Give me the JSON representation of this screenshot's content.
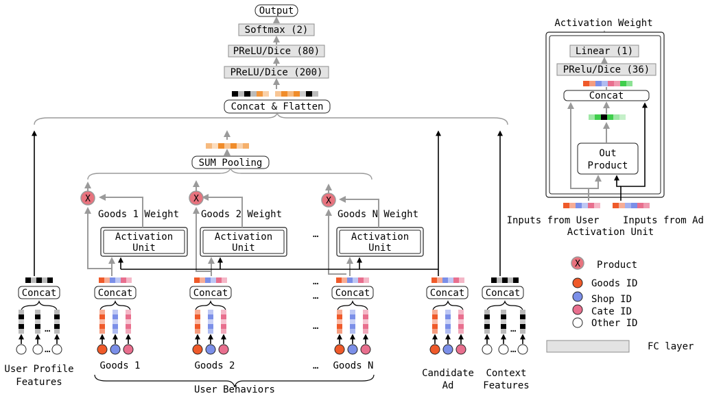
{
  "top": {
    "output": "Output",
    "softmax": "Softmax (2)",
    "prelu80": "PReLU/Dice (80)",
    "prelu200": "PReLU/Dice (200)",
    "concat_flatten": "Concat & Flatten",
    "sum_pooling": "SUM Pooling"
  },
  "middle": {
    "goods1_weight": "Goods 1 Weight",
    "goods2_weight": "Goods 2 Weight",
    "goodsN_weight": "Goods N Weight",
    "activation_unit_line1": "Activation",
    "activation_unit_line2": "Unit",
    "product_symbol": "X",
    "ellipsis": "…"
  },
  "bottom": {
    "concat": "Concat",
    "user_profile_line1": "User Profile",
    "user_profile_line2": "Features",
    "goods1": "Goods 1",
    "goods2": "Goods 2",
    "goodsN": "Goods N",
    "user_behaviors": "User Behaviors",
    "candidate_line1": "Candidate",
    "candidate_line2": "Ad",
    "context_line1": "Context",
    "context_line2": "Features"
  },
  "activation_detail": {
    "title": "Activation Weight",
    "linear": "Linear (1)",
    "prelu36": "PRelu/Dice (36)",
    "concat": "Concat",
    "out_product_line1": "Out",
    "out_product_line2": "Product",
    "inputs_user_line1": "Inputs from User",
    "inputs_user_line2": "Activation Unit",
    "inputs_ad": "Inputs from Ad"
  },
  "legend": {
    "product": "Product",
    "goods_id": "Goods ID",
    "shop_id": "Shop ID",
    "cate_id": "Cate ID",
    "other_id": "Other ID",
    "fc_layer": "FC layer"
  },
  "colors": {
    "goods": "#ef5a2a",
    "shop": "#7b8fe8",
    "cate": "#e86f8e",
    "product": "#e8737e",
    "pool": "#f08c2a",
    "green": "#3fce4c"
  }
}
